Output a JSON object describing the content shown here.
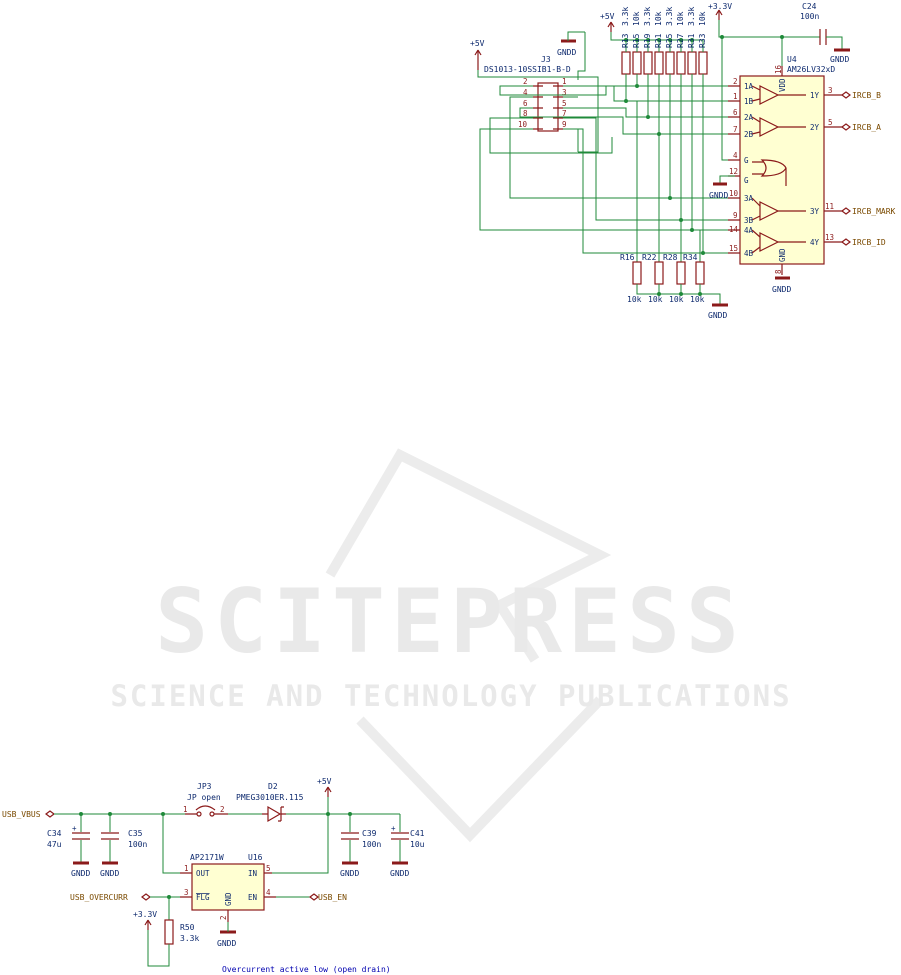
{
  "watermark": {
    "title": "SCITEPRESS",
    "subtitle": "SCIENCE AND TECHNOLOGY PUBLICATIONS"
  },
  "top_circuit": {
    "connector": {
      "ref": "J3",
      "value": "DS1013-10SSIB1-B-D",
      "pins": [
        "2",
        "1",
        "4",
        "3",
        "6",
        "5",
        "8",
        "7",
        "10",
        "9"
      ]
    },
    "supply_5v": "+5V",
    "supply_gnd": "GNDD",
    "pullups_supply": "+5V",
    "pullups": [
      {
        "ref": "R13",
        "value": "3.3k"
      },
      {
        "ref": "R15",
        "value": "10k"
      },
      {
        "ref": "R19",
        "value": "3.3k"
      },
      {
        "ref": "R21",
        "value": "10k"
      },
      {
        "ref": "R25",
        "value": "3.3k"
      },
      {
        "ref": "R27",
        "value": "10k"
      },
      {
        "ref": "R31",
        "value": "3.3k"
      },
      {
        "ref": "R33",
        "value": "10k"
      }
    ],
    "pulldowns": [
      {
        "ref": "R16",
        "value": "10k"
      },
      {
        "ref": "R22",
        "value": "10k"
      },
      {
        "ref": "R28",
        "value": "10k"
      },
      {
        "ref": "R34",
        "value": "10k"
      }
    ],
    "pulldown_gnd": "GNDD",
    "supply_33v": "+3.3V",
    "cap": {
      "ref": "C24",
      "value": "100n",
      "gnd": "GNDD"
    },
    "ic": {
      "ref": "U4",
      "value": "AM26LV32xD",
      "vdd_label": "VDD",
      "gnd_label": "GND",
      "vdd_pin": "16",
      "gnd_pin": "8",
      "gnd_net": "GNDD",
      "enable_gnd": "GNDD",
      "left_pins": [
        {
          "num": "2",
          "name": "1A"
        },
        {
          "num": "1",
          "name": "1B"
        },
        {
          "num": "6",
          "name": "2A"
        },
        {
          "num": "7",
          "name": "2B"
        },
        {
          "num": "4",
          "name": "G"
        },
        {
          "num": "12",
          "name": "G"
        },
        {
          "num": "10",
          "name": "3A"
        },
        {
          "num": "9",
          "name": "3B"
        },
        {
          "num": "14",
          "name": "4A"
        },
        {
          "num": "15",
          "name": "4B"
        }
      ],
      "right_pins": [
        {
          "num": "3",
          "name": "1Y",
          "net": "IRCB_B"
        },
        {
          "num": "5",
          "name": "2Y",
          "net": "IRCB_A"
        },
        {
          "num": "11",
          "name": "3Y",
          "net": "IRCB_MARK"
        },
        {
          "num": "13",
          "name": "4Y",
          "net": "IRCB_ID"
        }
      ]
    }
  },
  "bottom_circuit": {
    "input_net": "USB_VBUS",
    "c34": {
      "ref": "C34",
      "value": "47u",
      "gnd": "GNDD"
    },
    "c35": {
      "ref": "C35",
      "value": "100n",
      "gnd": "GNDD"
    },
    "jp3": {
      "ref": "JP3",
      "value": "JP open",
      "pin1": "1",
      "pin2": "2"
    },
    "d2": {
      "ref": "D2",
      "value": "PMEG3010ER.115"
    },
    "supply_5v": "+5V",
    "c39": {
      "ref": "C39",
      "value": "100n",
      "gnd": "GNDD"
    },
    "c41": {
      "ref": "C41",
      "value": "10u",
      "gnd": "GNDD"
    },
    "u16": {
      "ref": "U16",
      "value": "AP2171W",
      "out_label": "OUT",
      "in_label": "IN",
      "flg_label": "FLG",
      "en_label": "EN",
      "gnd_label": "GND",
      "out_pin": "1",
      "in_pin": "5",
      "flg_pin": "3",
      "en_pin": "4",
      "gnd_pin": "2",
      "gnd_net": "GNDD"
    },
    "overcurrent_net": "USB_OVERCURR",
    "enable_net": "USB_EN",
    "pullup_supply": "+3.3V",
    "r50": {
      "ref": "R50",
      "value": "3.3k"
    },
    "note": "Overcurrent active low (open drain)"
  }
}
